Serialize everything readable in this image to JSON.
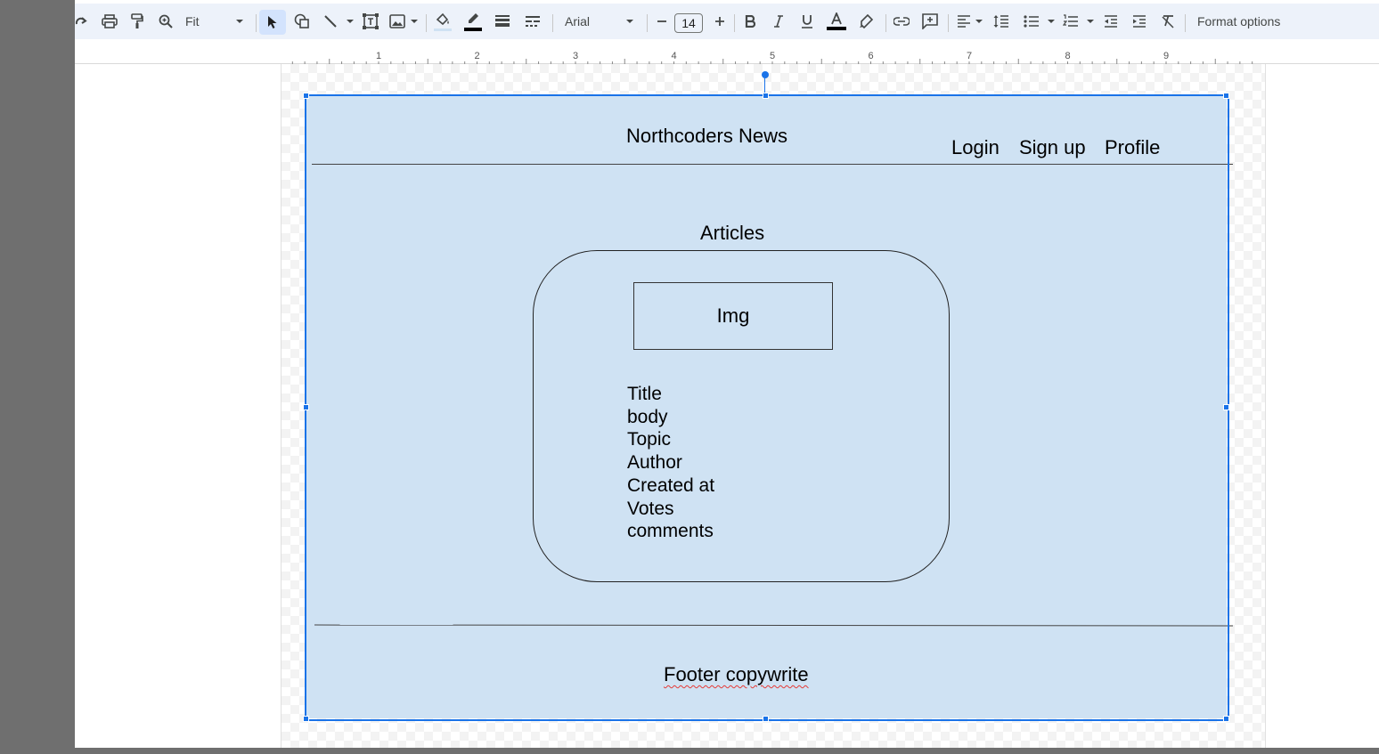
{
  "toolbar": {
    "zoom_value": "Fit",
    "font_name": "Arial",
    "font_size": "14",
    "format_options_label": "Format options"
  },
  "ruler": {
    "numbers": [
      "1",
      "2",
      "3",
      "4",
      "5",
      "6",
      "7",
      "8",
      "9"
    ]
  },
  "wireframe": {
    "site_title": "Northcoders News",
    "nav": [
      "Login",
      "Sign up",
      "Profile"
    ],
    "section_heading": "Articles",
    "image_placeholder": "Img",
    "article_fields": [
      "Title",
      "body",
      "Topic",
      "Author",
      "Created at",
      "Votes",
      "comments"
    ],
    "footer": "Footer copywrite",
    "fill_color": "#cfe2f3",
    "selection_color": "#1a73e8"
  }
}
